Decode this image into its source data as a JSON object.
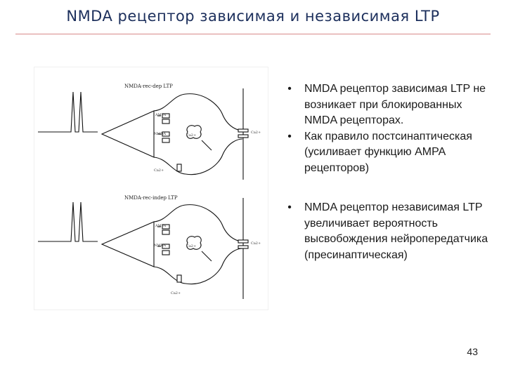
{
  "slide": {
    "title": "NMDA рецептор зависимая и независимая LTP",
    "figure": {
      "top_label": "NMDA-rec-dep LTP",
      "bottom_label": "NMDA-rec-indep LTP",
      "labels": {
        "ampa": "AMPA",
        "nmda": "NMDA",
        "ca_in": "Ca2+",
        "ca_out": "Ca2+",
        "ca_bottom": "Ca2+"
      }
    },
    "bullets": [
      "NMDA рецептор зависимая LTP не возникает при блокированных NMDA рецепторах.",
      "Как правило постсинаптическая (усиливает функцию AMPA рецепторов)",
      "NMDA рецептор независимая LTP увеличивает вероятность высвобождения нейропередатчика (пресинаптическая)"
    ],
    "bullet_symbol": "•",
    "page_number": "43"
  }
}
